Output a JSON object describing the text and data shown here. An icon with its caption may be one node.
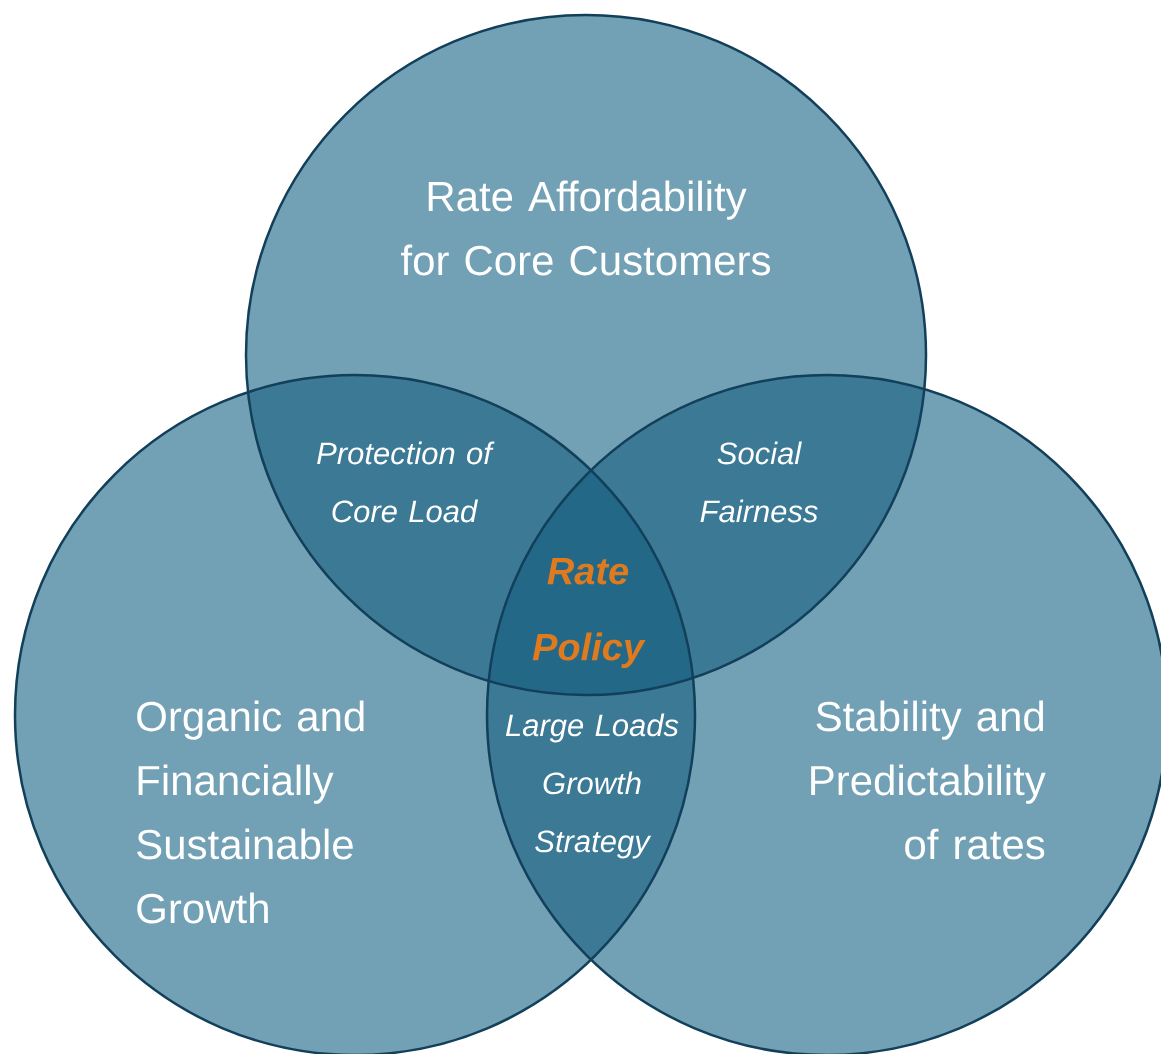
{
  "diagram": {
    "nodes": [
      {
        "text": [
          "Rate Affordability for Core Customers"
        ]
      },
      {
        "text": [
          "Organic and Financially Sustainable Growth"
        ]
      },
      {
        "text": [
          "Stability and Predictability of rates"
        ]
      }
    ],
    "labels": [
      "Protection of Core Load",
      "Social Fairness",
      "Rate Policy",
      "Large Loads Growth Strategy"
    ]
  }
}
